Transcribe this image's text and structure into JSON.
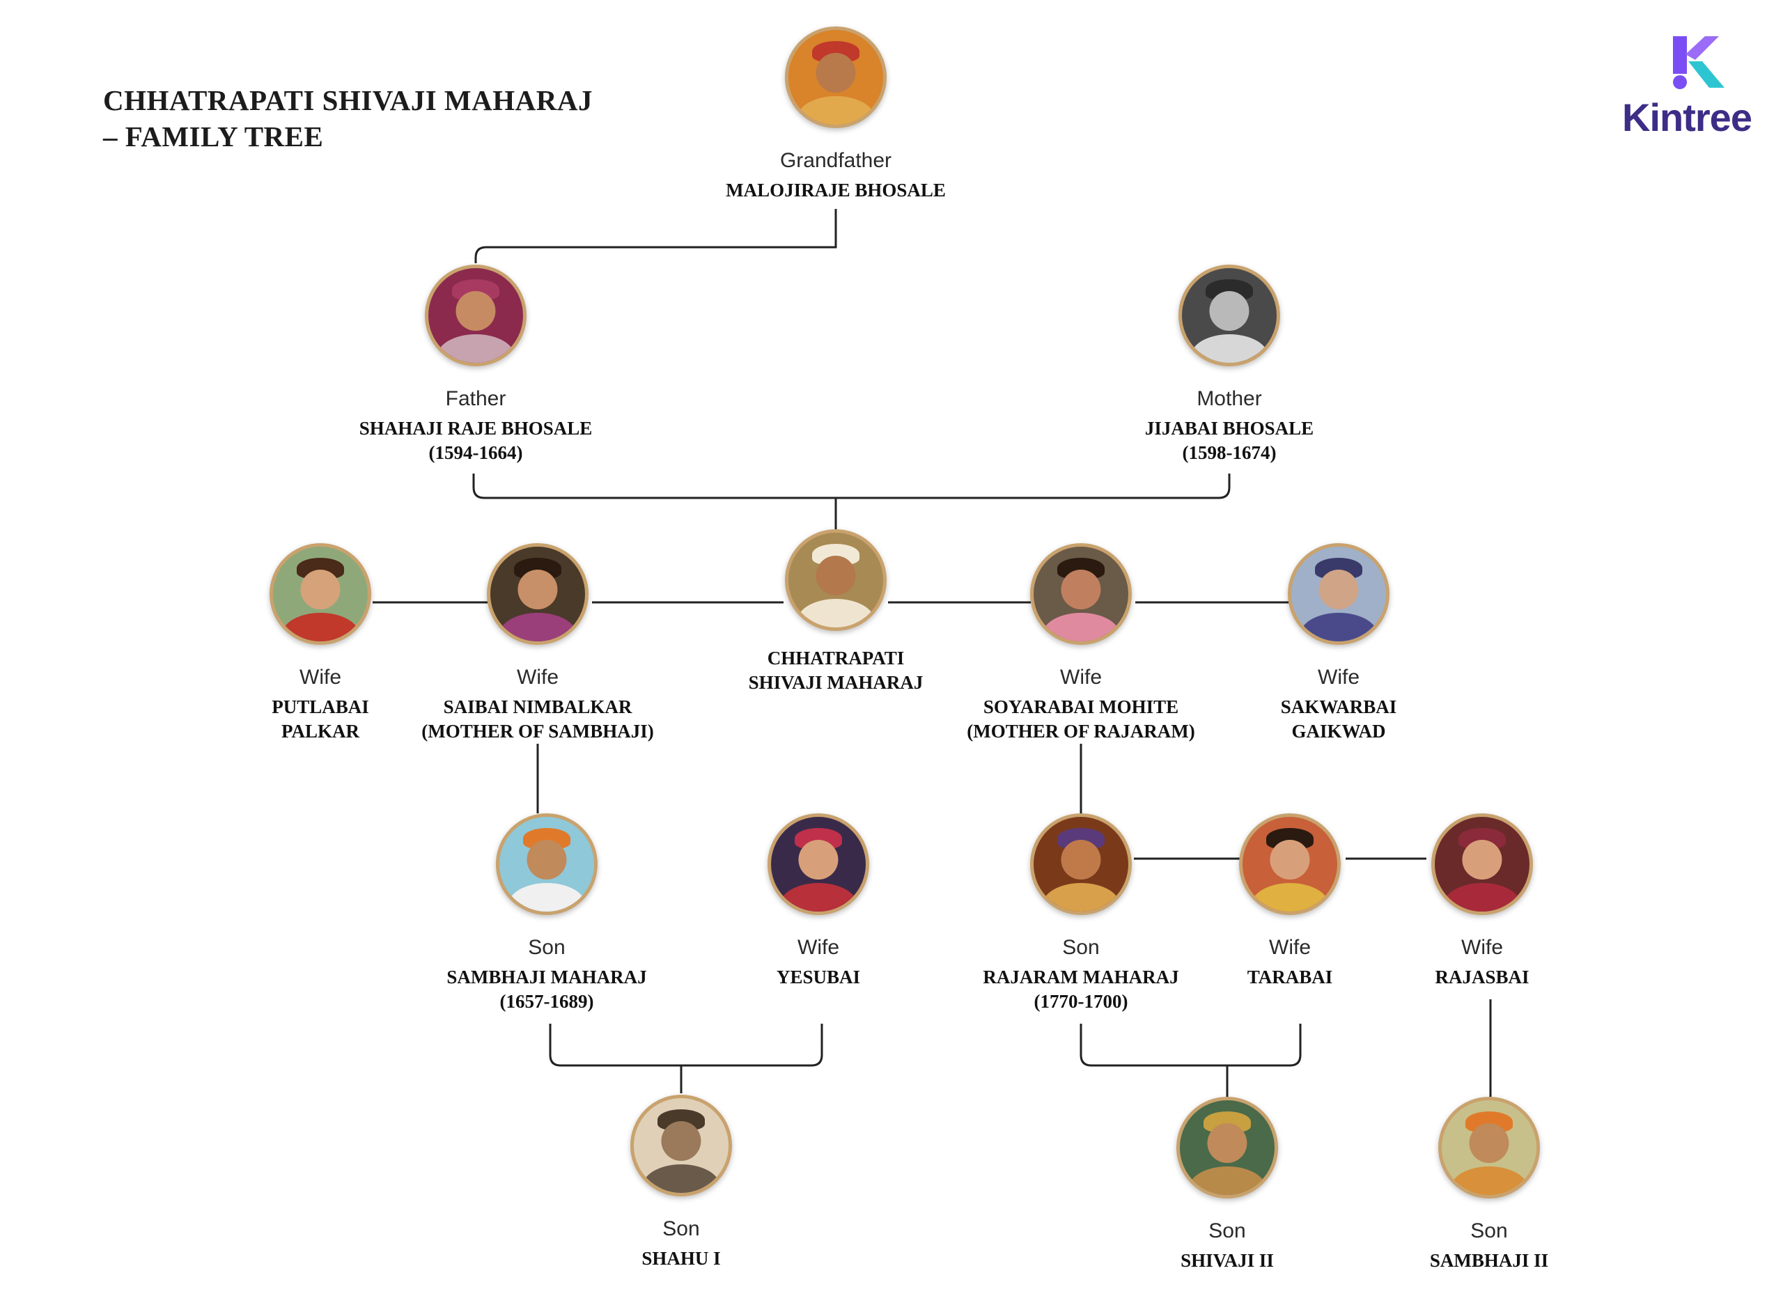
{
  "title": {
    "line1": "CHHATRAPATI SHIVAJI MAHARAJ",
    "line2": "– FAMILY TREE"
  },
  "logo": {
    "text": "Kintree",
    "colors": [
      "#7b4ef5",
      "#2ec5d3"
    ]
  },
  "colors": {
    "line": "#222222",
    "portrait_border": "#c9a26d"
  },
  "people": {
    "grandfather": {
      "role": "Grandfather",
      "name": "MALOJIRAJE BHOSALE",
      "icon": "portrait-icon"
    },
    "father": {
      "role": "Father",
      "name": "SHAHAJI RAJE BHOSALE\n(1594-1664)",
      "icon": "portrait-icon"
    },
    "mother": {
      "role": "Mother",
      "name": "JIJABAI BHOSALE\n(1598-1674)",
      "icon": "portrait-icon"
    },
    "shivaji": {
      "role": "",
      "name": "CHHATRAPATI\nSHIVAJI MAHARAJ",
      "icon": "portrait-icon"
    },
    "putlabai": {
      "role": "Wife",
      "name": "PUTLABAI\nPALKAR",
      "icon": "portrait-icon"
    },
    "saibai": {
      "role": "Wife",
      "name": "SAIBAI NIMBALKAR\n(MOTHER OF SAMBHAJI)",
      "icon": "portrait-icon"
    },
    "soyarabai": {
      "role": "Wife",
      "name": "SOYARABAI MOHITE\n(MOTHER OF RAJARAM)",
      "icon": "portrait-icon"
    },
    "sakwarbai": {
      "role": "Wife",
      "name": "SAKWARBAI\nGAIKWAD",
      "icon": "portrait-icon"
    },
    "sambhaji": {
      "role": "Son",
      "name": "SAMBHAJI MAHARAJ\n(1657-1689)",
      "icon": "portrait-icon"
    },
    "yesubai": {
      "role": "Wife",
      "name": "YESUBAI",
      "icon": "portrait-icon"
    },
    "rajaram": {
      "role": "Son",
      "name": "RAJARAM MAHARAJ\n(1770-1700)",
      "icon": "portrait-icon"
    },
    "tarabai": {
      "role": "Wife",
      "name": "TARABAI",
      "icon": "portrait-icon"
    },
    "rajasbai": {
      "role": "Wife",
      "name": "RAJASBAI",
      "icon": "portrait-icon"
    },
    "shahu": {
      "role": "Son",
      "name": "SHAHU I",
      "icon": "portrait-icon"
    },
    "shivaji2": {
      "role": "Son",
      "name": "SHIVAJI II",
      "icon": "portrait-icon"
    },
    "sambhaji2": {
      "role": "Son",
      "name": "SAMBHAJI II",
      "icon": "portrait-icon"
    }
  }
}
